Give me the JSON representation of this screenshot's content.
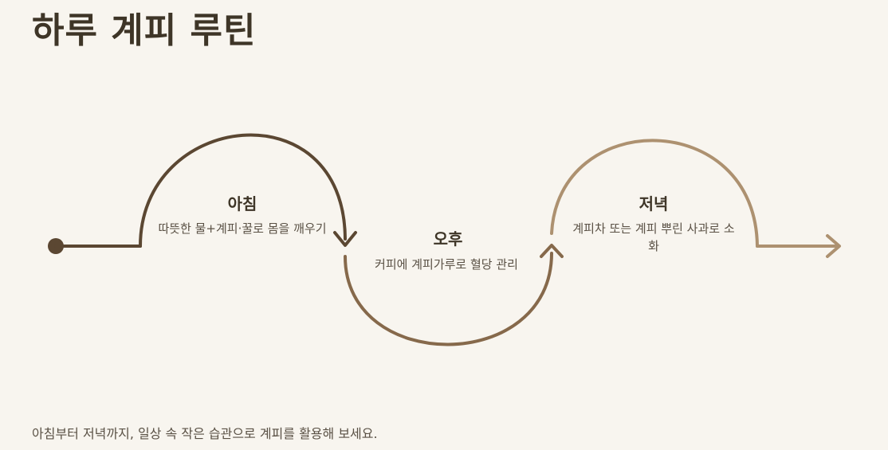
{
  "title": "하루 계피 루틴",
  "stages": [
    {
      "title": "아침",
      "desc": "따뜻한 물+계피·꿀로 몸을 깨우기"
    },
    {
      "title": "오후",
      "desc": "커피에 계피가루로 혈당 관리"
    },
    {
      "title": "저녁",
      "desc": "계피차 또는 계피 뿌린 사과로 소화"
    }
  ],
  "colors": {
    "morning": "#5b4732",
    "afternoon": "#86694b",
    "evening": "#ad9170"
  },
  "footer": "아침부터 저녁까지, 일상 속 작은 습관으로 계피를 활용해 보세요."
}
